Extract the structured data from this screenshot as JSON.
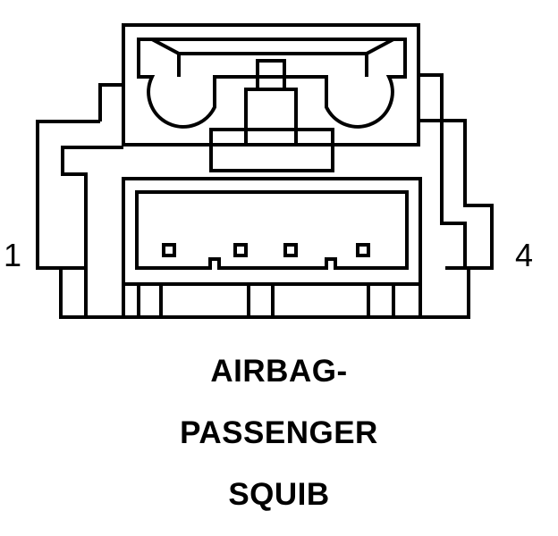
{
  "connector": {
    "pin_left_label": "1",
    "pin_right_label": "4",
    "title_lines": [
      "AIRBAG-",
      "PASSENGER",
      "SQUIB"
    ]
  },
  "colors": {
    "line": "#000000",
    "background": "#ffffff"
  }
}
